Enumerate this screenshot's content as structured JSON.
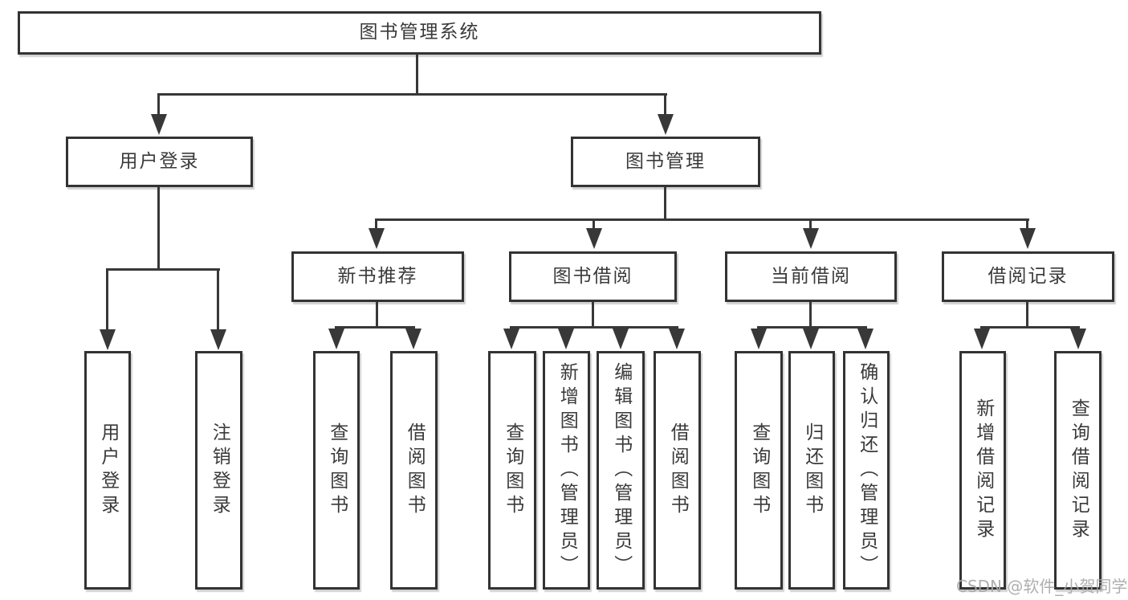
{
  "tree": {
    "root": {
      "label": "图书管理系统",
      "children": [
        {
          "label": "用户登录",
          "children": [
            {
              "label": "用户登录"
            },
            {
              "label": "注销登录"
            }
          ]
        },
        {
          "label": "图书管理",
          "children": [
            {
              "label": "新书推荐",
              "children": [
                {
                  "label": "查询图书"
                },
                {
                  "label": "借阅图书"
                }
              ]
            },
            {
              "label": "图书借阅",
              "children": [
                {
                  "label": "查询图书"
                },
                {
                  "label": "新增图书（管理员）"
                },
                {
                  "label": "编辑图书（管理员）"
                },
                {
                  "label": "借阅图书"
                }
              ]
            },
            {
              "label": "当前借阅",
              "children": [
                {
                  "label": "查询图书"
                },
                {
                  "label": "归还图书"
                },
                {
                  "label": "确认归还（管理员）"
                }
              ]
            },
            {
              "label": "借阅记录",
              "children": [
                {
                  "label": "新增借阅记录"
                },
                {
                  "label": "查询借阅记录"
                }
              ]
            }
          ]
        }
      ]
    }
  },
  "watermark": {
    "text": "CSDN @软件_小贺同学"
  },
  "colors": {
    "line": "#383838",
    "box_border": "#333333",
    "text": "#3a3a3a",
    "watermark": "#a8a8a8",
    "background": "#ffffff"
  }
}
